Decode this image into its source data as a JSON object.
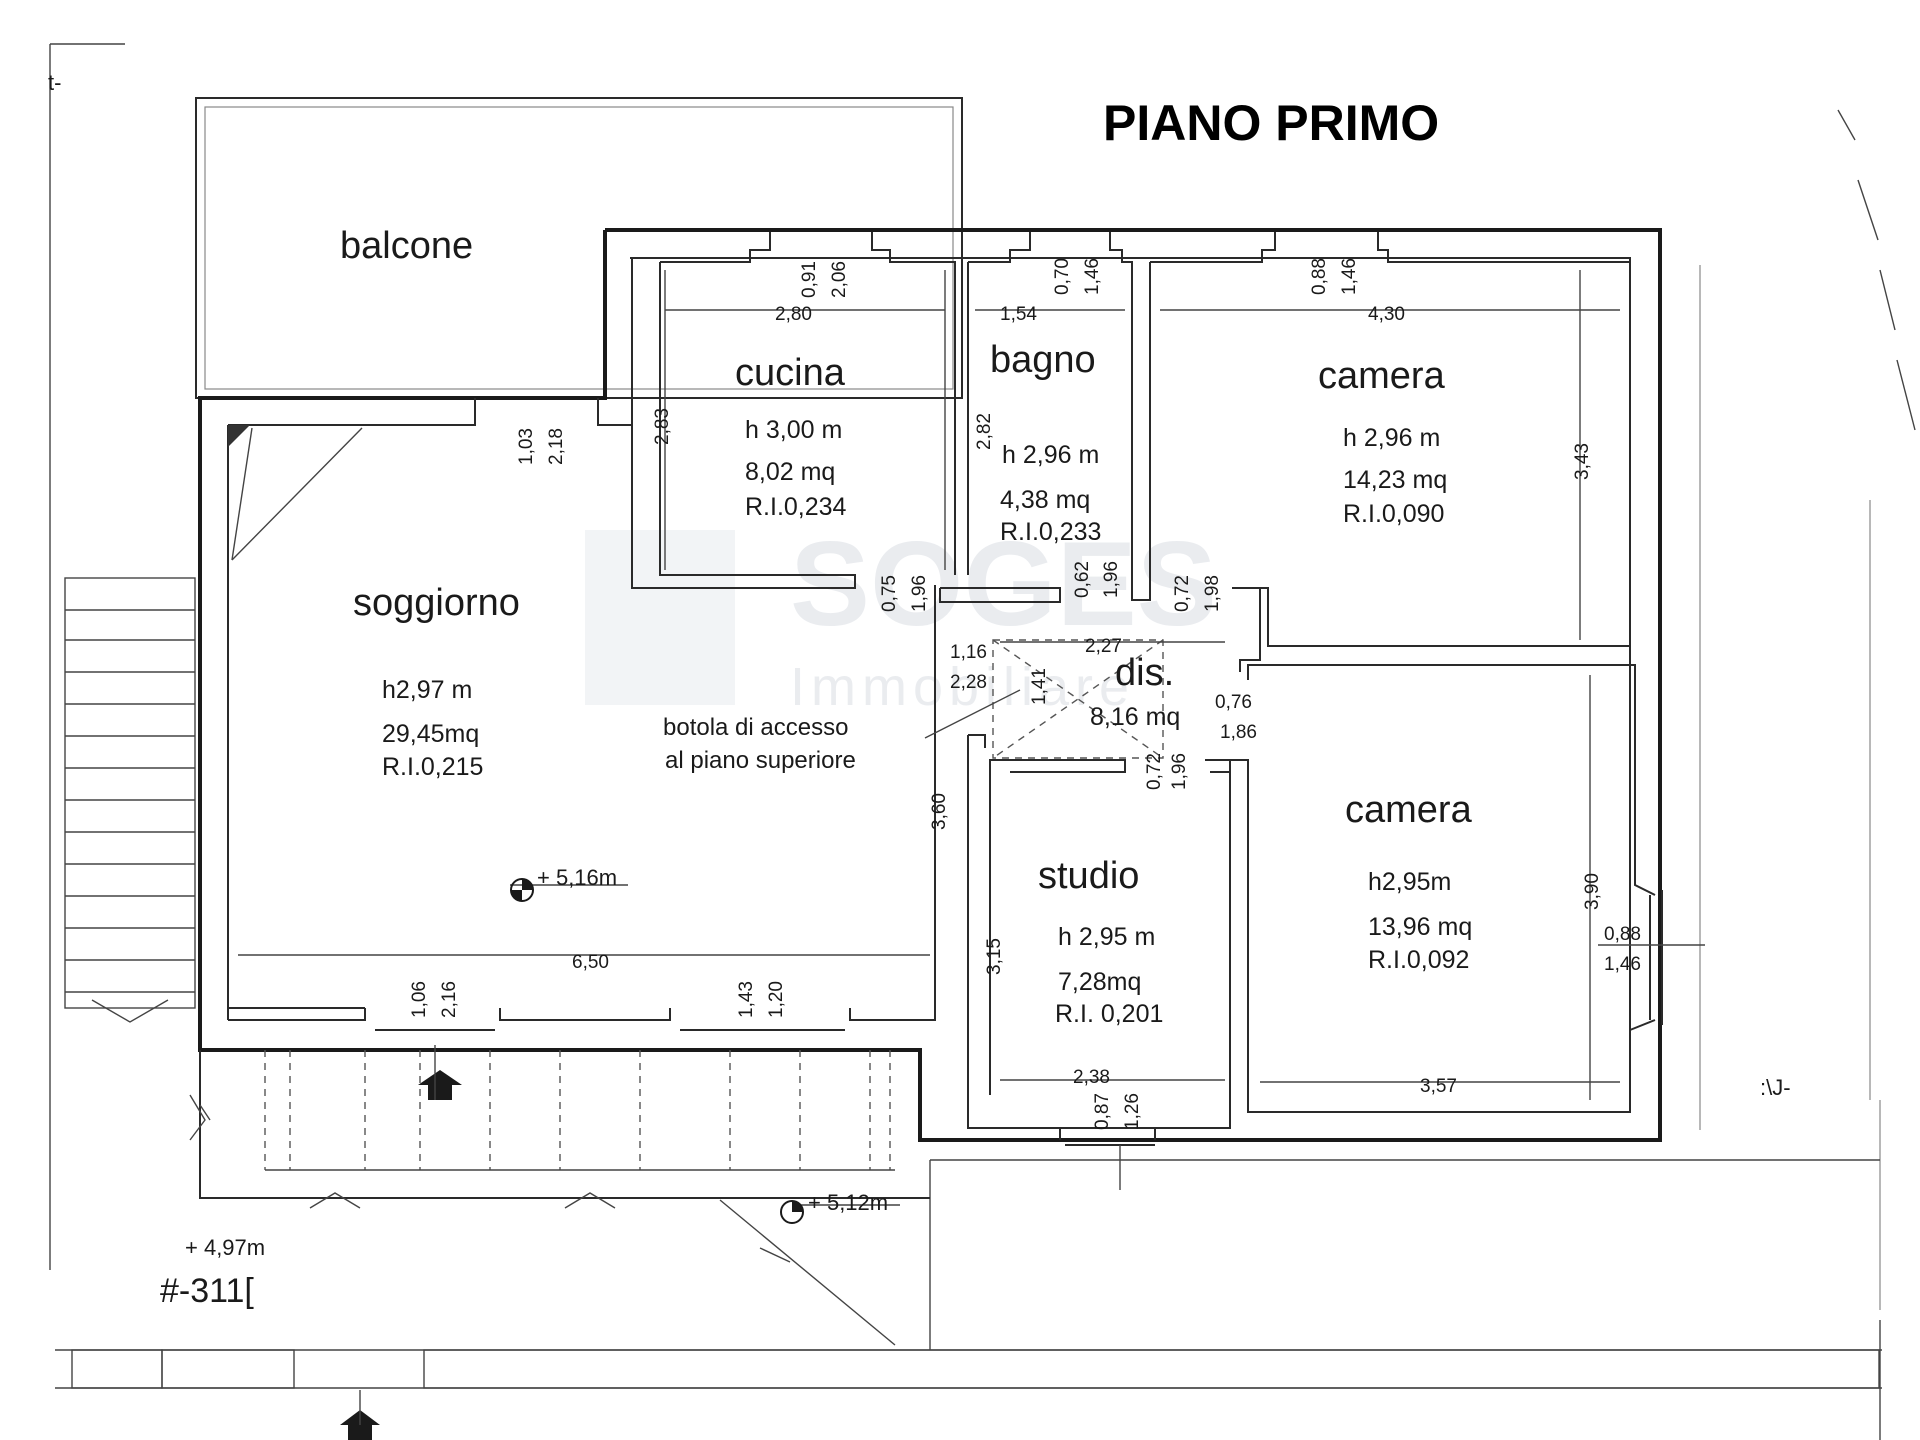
{
  "title": "PIANO PRIMO",
  "watermark": {
    "main": "SOGES",
    "sub": "Immobiliare"
  },
  "rooms": {
    "balcone": {
      "name": "balcone"
    },
    "cucina": {
      "name": "cucina",
      "height": "h 3,00 m",
      "area": "8,02 mq",
      "ratio": "R.I.0,234"
    },
    "bagno": {
      "name": "bagno",
      "height": "h 2,96 m",
      "area": "4,38 mq",
      "ratio": "R.I.0,233"
    },
    "camera1": {
      "name": "camera",
      "height": "h 2,96 m",
      "area": "14,23 mq",
      "ratio": "R.I.0,090"
    },
    "soggiorno": {
      "name": "soggiorno",
      "height": "h2,97 m",
      "area": "29,45mq",
      "ratio": "R.I.0,215"
    },
    "dis": {
      "name": "dis.",
      "area": "8,16 mq"
    },
    "studio": {
      "name": "studio",
      "height": "h 2,95 m",
      "area": "7,28mq",
      "ratio": "R.I. 0,201"
    },
    "camera2": {
      "name": "camera",
      "height": "h2,95m",
      "area": "13,96 mq",
      "ratio": "R.I.0,092"
    }
  },
  "hatch_note": {
    "line1": "botola di accesso",
    "line2": "al piano superiore"
  },
  "dimensions": {
    "cucina_w": "2,80",
    "cucina_win_a": "0,91",
    "cucina_win_b": "2,06",
    "cucina_h": "2,83",
    "bagno_w": "1,54",
    "bagno_win_a": "0,70",
    "bagno_win_b": "1,46",
    "bagno_h": "2,82",
    "camera1_w": "4,30",
    "camera1_win_a": "0,88",
    "camera1_win_b": "1,46",
    "camera1_h": "3,43",
    "sogg_win_a": "1,03",
    "sogg_win_b": "2,18",
    "door_cucina_a": "0,75",
    "door_cucina_b": "1,96",
    "door_bagno_a": "0,62",
    "door_bagno_b": "1,96",
    "door_cam1_a": "0,72",
    "door_cam1_b": "1,98",
    "dis_a": "1,16",
    "dis_b": "2,28",
    "dis_w": "2,27",
    "dis_diag": "1,41",
    "door_cam2_a": "0,76",
    "door_cam2_b": "1,86",
    "door_studio_a": "0,72",
    "door_studio_b": "1,96",
    "sogg_w": "6,50",
    "sogg_h": "3,60",
    "sogg_win1_a": "1,06",
    "sogg_win1_b": "2,16",
    "sogg_win2_a": "1,43",
    "sogg_win2_b": "1,20",
    "studio_h": "3,15",
    "studio_w": "2,38",
    "studio_win_a": "0,87",
    "studio_win_b": "1,26",
    "camera2_w": "3,57",
    "camera2_h": "3,90",
    "camera2_win_a": "0,88",
    "camera2_win_b": "1,46"
  },
  "levels": {
    "floor": "+ 5,16m",
    "terrace": "+ 5,12m",
    "ground": "+ 4,97m",
    "ground_code": "#-311[",
    "right_code": ":\\J-",
    "top_code": "t-"
  }
}
